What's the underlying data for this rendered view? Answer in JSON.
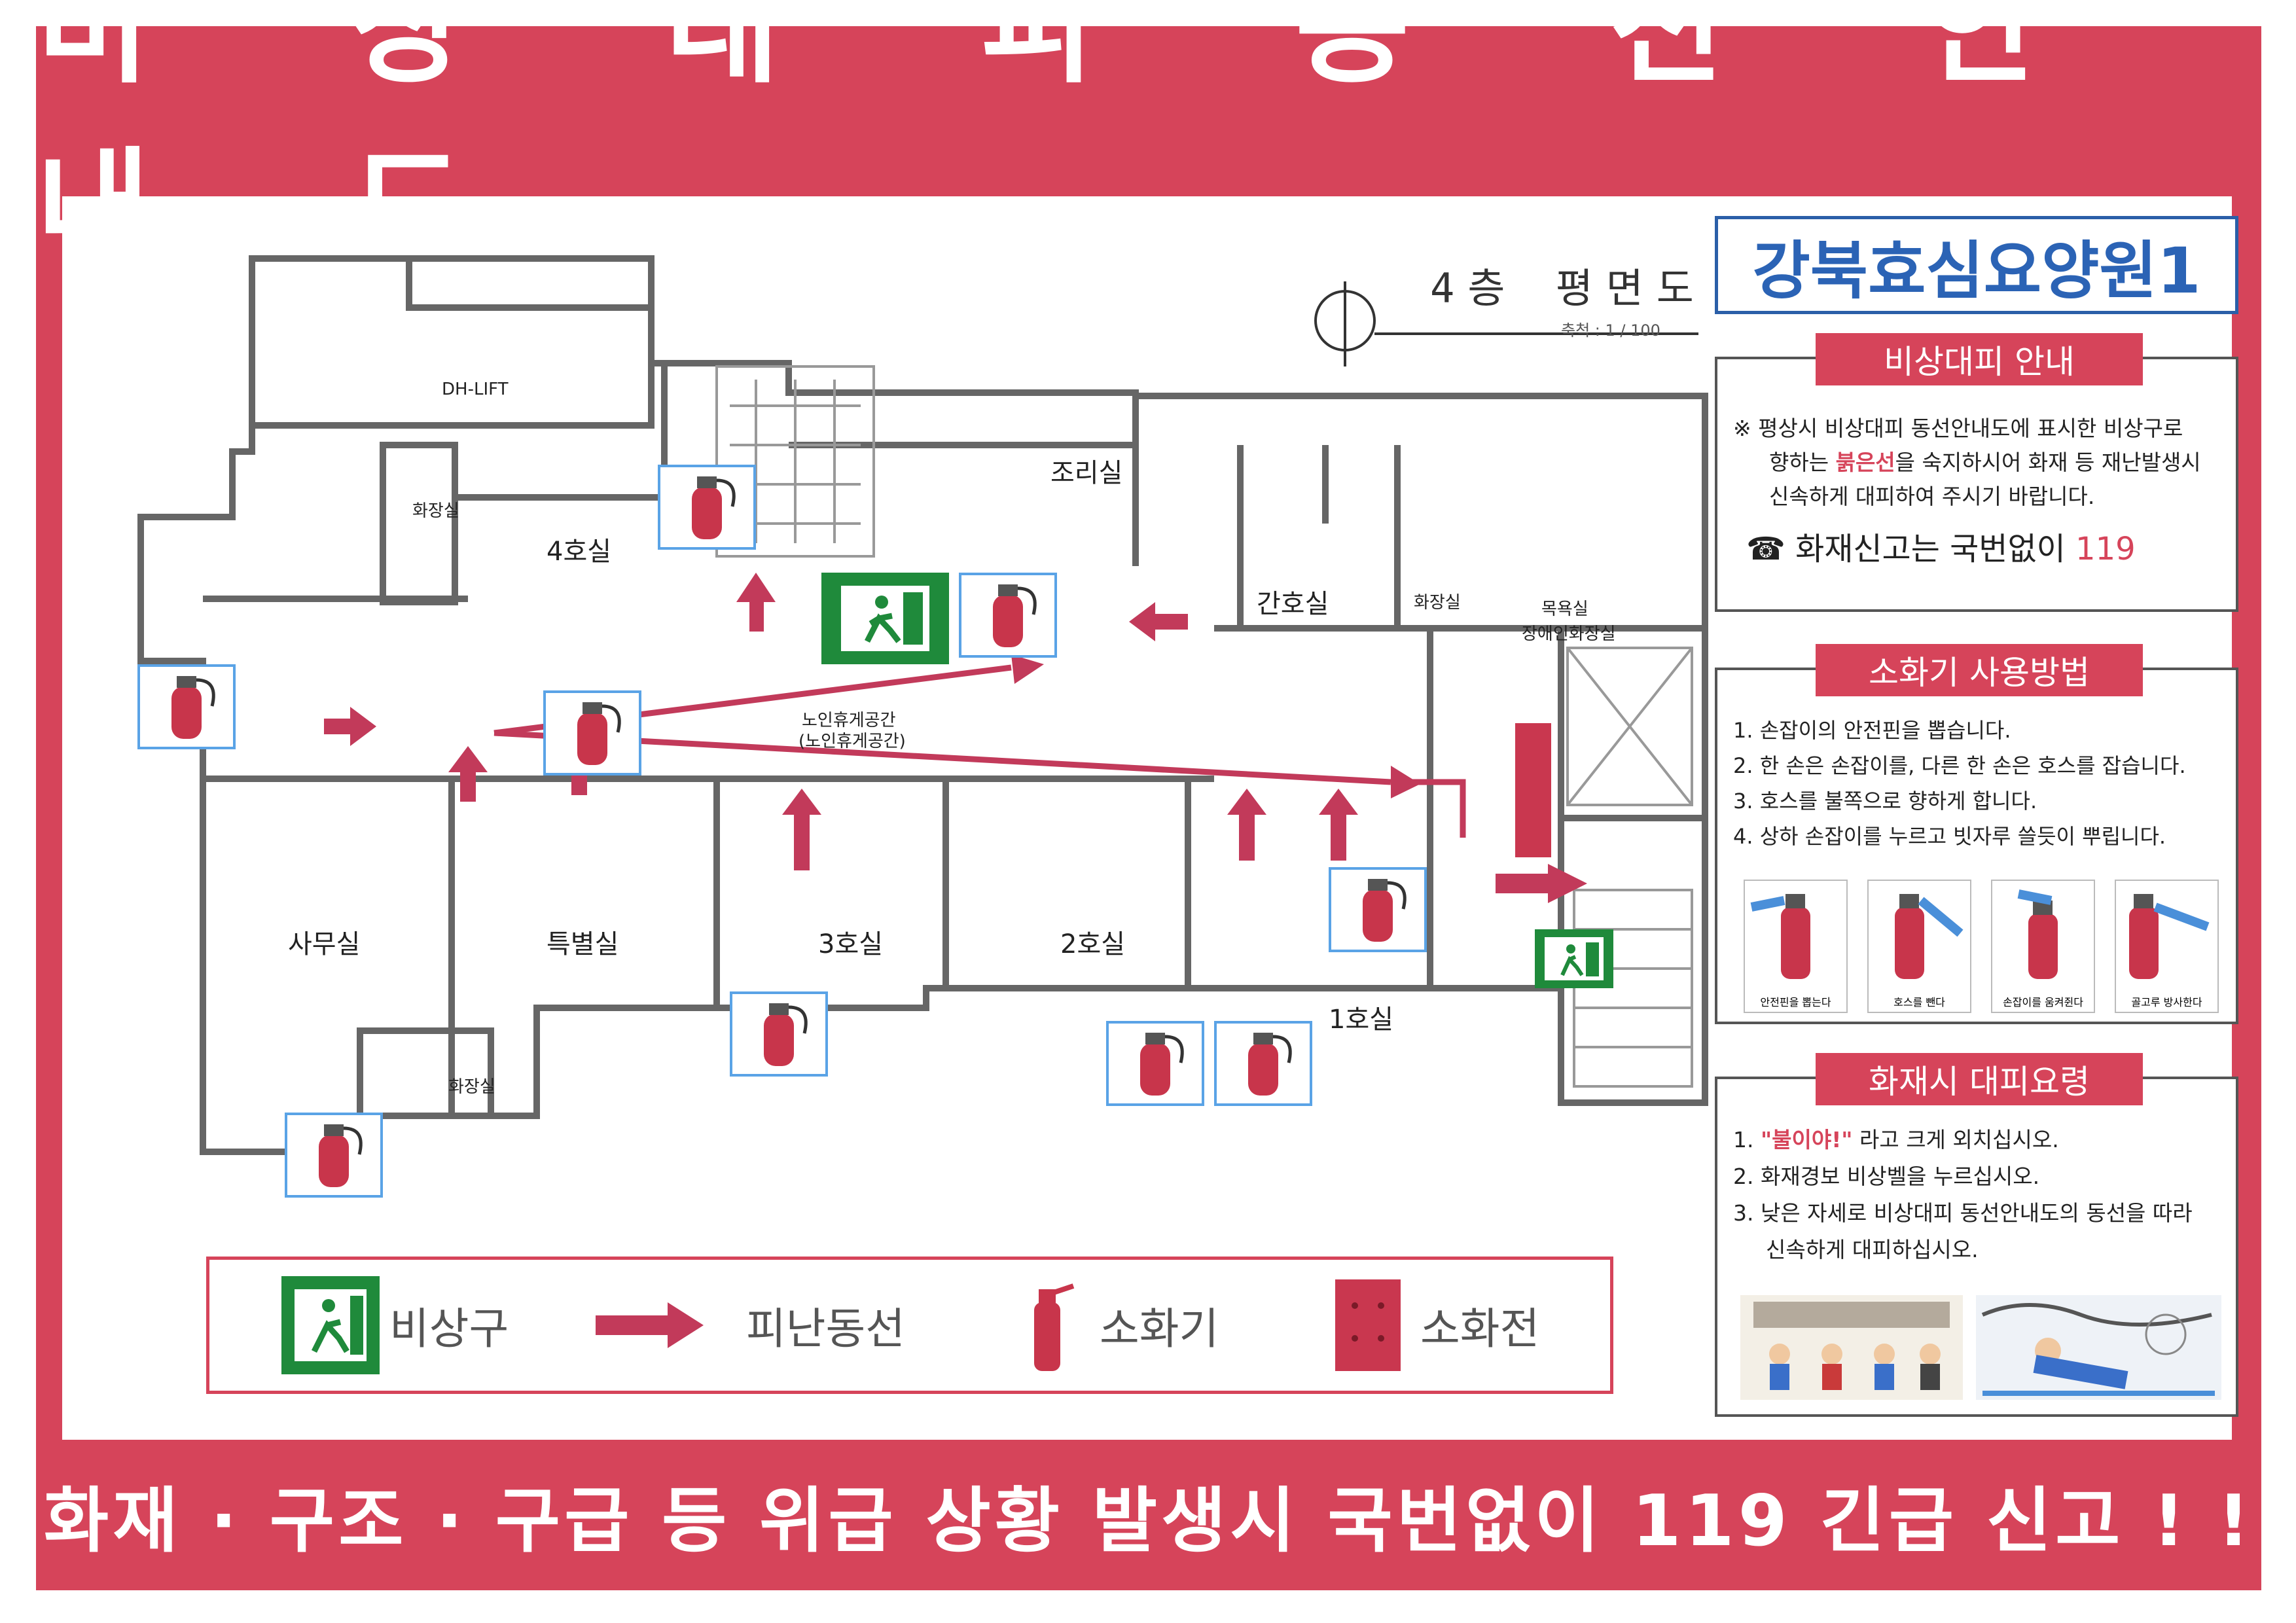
{
  "title": "비 상 대 피 동 선  안 내 도",
  "footer": "화재 · 구조 · 구급 등 위급 상황 발생시 국번없이 119 긴급 신고 ! !",
  "facility": "강북효심요양원1",
  "plan": {
    "floor_title": "4층 평면도",
    "scale": "축척 : 1 / 100",
    "rooms": {
      "r_elev": "DH-LIFT",
      "r_kitchen": "조리실",
      "r_toilet1": "화장실",
      "r_room4": "4호실",
      "r_nurse": "간호실",
      "r_toilet2": "화장실",
      "r_bath1": "목욕실",
      "r_bath2": "장애인화장실",
      "r_hall1": "노인휴게공간",
      "r_hall2": "(노인휴게공간)",
      "r_office": "사무실",
      "r_special": "특별실",
      "r_room3": "3호실",
      "r_room2": "2호실",
      "r_room1": "1호실",
      "r_toilet3": "화장실"
    }
  },
  "guide": {
    "heading": "비상대피 안내",
    "line1": "※  평상시 비상대피 동선안내도에 표시한 비상구로",
    "line2_a": "향하는 ",
    "line2_red": "붉은선",
    "line2_b": "을 숙지하시어 화재 등 재난발생시",
    "line3": "신속하게 대피하여 주시기 바랍니다.",
    "phone_icon": "☎",
    "phone_text": "화재신고는 국번없이 ",
    "phone_number": "119"
  },
  "extinguisher_howto": {
    "heading": "소화기 사용방법",
    "steps": [
      "1. 손잡이의 안전핀을 뽑습니다.",
      "2. 한 손은 손잡이를, 다른 한 손은 호스를 잡습니다.",
      "3. 호스를 불쪽으로 향하게 합니다.",
      "4. 상하 손잡이를 누르고 빗자루 쓸듯이 뿌립니다."
    ],
    "captions": [
      "안전핀을 뽑는다",
      "호스를 뺀다",
      "손잡이를 움켜쥔다",
      "골고루 방사한다"
    ]
  },
  "fire_evac": {
    "heading": "화재시 대피요령",
    "s1_a": "1. ",
    "s1_red": "\"불이야!\"",
    "s1_b": " 라고 크게 외치십시오.",
    "s2": "2. 화재경보 비상벨을 누르십시오.",
    "s3": "3. 낮은 자세로 비상대피 동선안내도의 동선을 따라",
    "s3b": "   신속하게 대피하십시오."
  },
  "legend": {
    "exit": "비상구",
    "route": "피난동선",
    "extinguisher": "소화기",
    "hydrant": "소화전"
  },
  "colors": {
    "brand_red": "#d6445a",
    "route": "#c23a5a",
    "exit_green": "#1f8a3b",
    "facility_blue": "#2b63b5",
    "extinguisher_frame": "#5aa3e6"
  }
}
